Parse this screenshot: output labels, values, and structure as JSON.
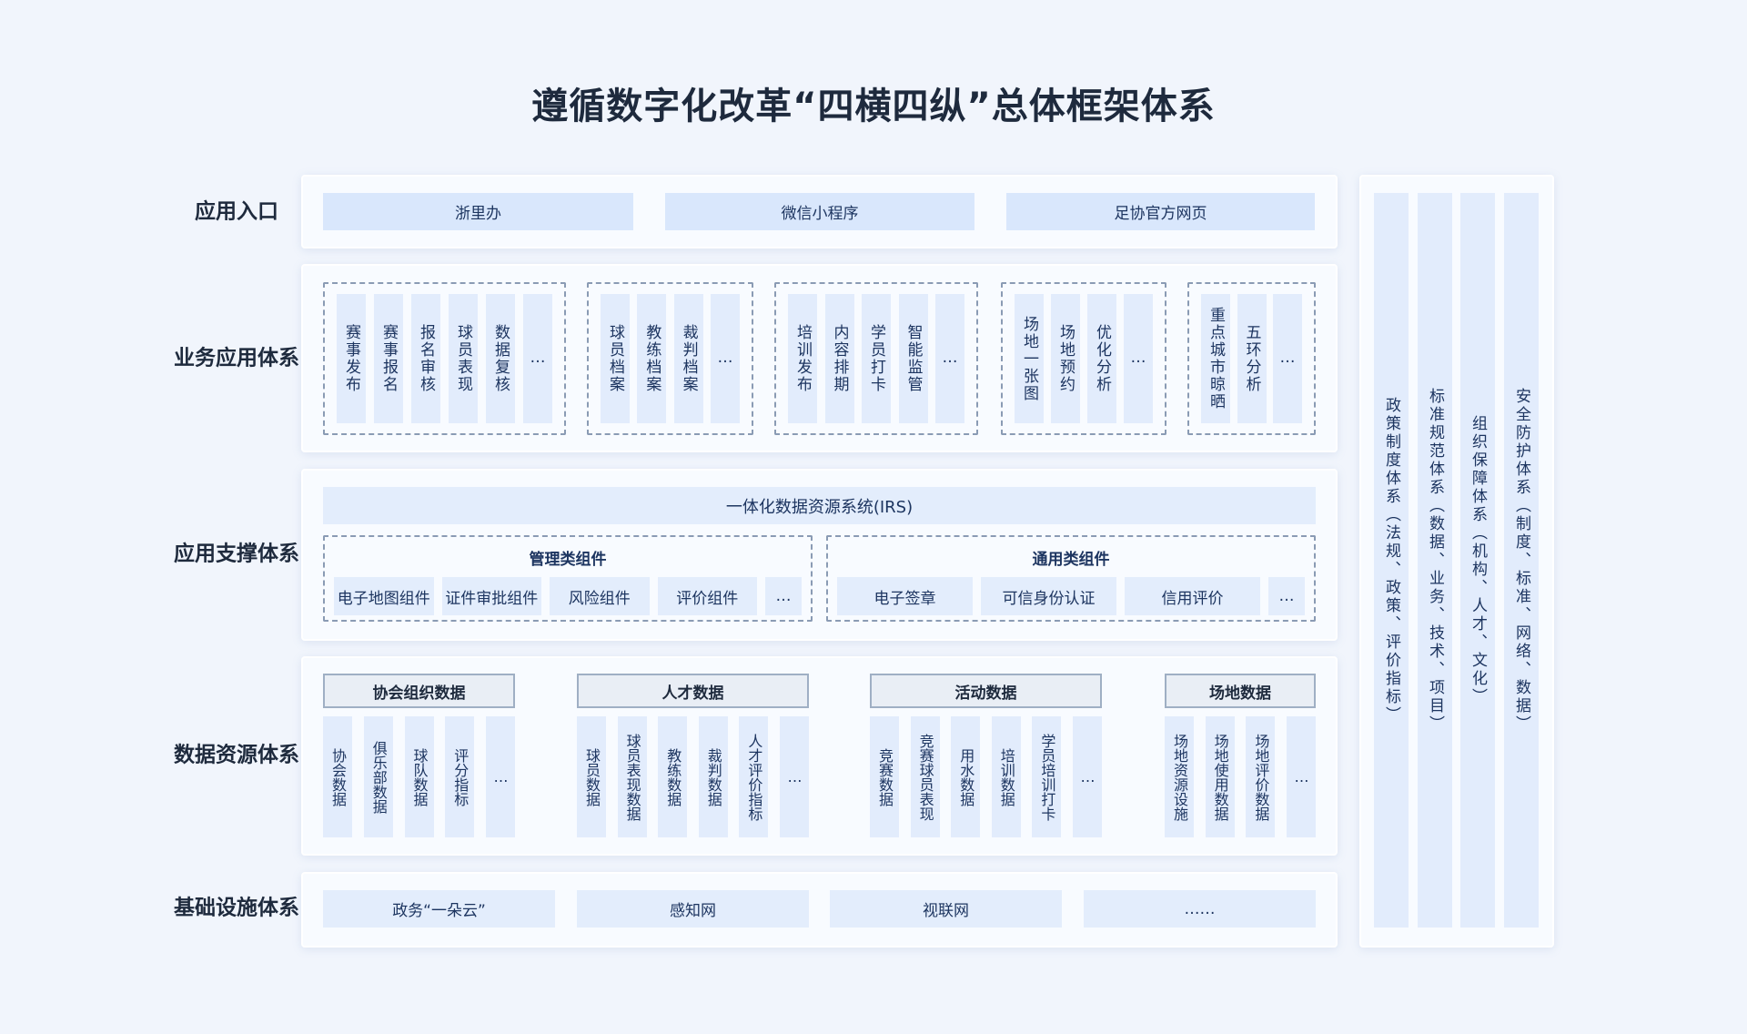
{
  "title": "遵循数字化改革“四横四纵”总体框架体系",
  "rows": {
    "entry": "应用入口",
    "business": "业务应用体系",
    "support": "应用支撑体系",
    "data": "数据资源体系",
    "infra": "基础设施体系"
  },
  "entry_items": [
    "浙里办",
    "微信小程序",
    "足协官方网页"
  ],
  "business_groups": [
    [
      "赛事发布",
      "赛事报名",
      "报名审核",
      "球员表现",
      "数据复核",
      "…"
    ],
    [
      "球员档案",
      "教练档案",
      "裁判档案",
      "…"
    ],
    [
      "培训发布",
      "内容排期",
      "学员打卡",
      "智能监管",
      "…"
    ],
    [
      "场地一张图",
      "场地预约",
      "优化分析",
      "…"
    ],
    [
      "重点城市晾晒",
      "五环分析",
      "…"
    ]
  ],
  "support": {
    "irs": "一体化数据资源系统(IRS)",
    "management": {
      "title": "管理类组件",
      "items": [
        "电子地图组件",
        "证件审批组件",
        "风险组件",
        "评价组件",
        "…"
      ]
    },
    "general": {
      "title": "通用类组件",
      "items": [
        "电子签章",
        "可信身份认证",
        "信用评价",
        "…"
      ]
    }
  },
  "data_groups": [
    {
      "title": "协会组织数据",
      "items": [
        "协会数据",
        "俱乐部数据",
        "球队数据",
        "评分指标",
        "…"
      ]
    },
    {
      "title": "人才数据",
      "items": [
        "球员数据",
        "球员表现数据",
        "教练数据",
        "裁判数据",
        "人才评价指标",
        "…"
      ]
    },
    {
      "title": "活动数据",
      "items": [
        "竞赛数据",
        "竞赛球员表现",
        "用水数据",
        "培训数据",
        "学员培训打卡",
        "…"
      ]
    },
    {
      "title": "场地数据",
      "items": [
        "场地资源设施",
        "场地使用数据",
        "场地评价数据",
        "…"
      ]
    }
  ],
  "infra_items": [
    "政务“一朵云”",
    "感知网",
    "视联网",
    "……"
  ],
  "vertical_systems": [
    "政策制度体系（法规、政策、评价指标）",
    "标准规范体系（数据、业务、技术、项目）",
    "组织保障体系（机构、人才、文化）",
    "安全防护体系（制度、标准、网络、数据）"
  ]
}
